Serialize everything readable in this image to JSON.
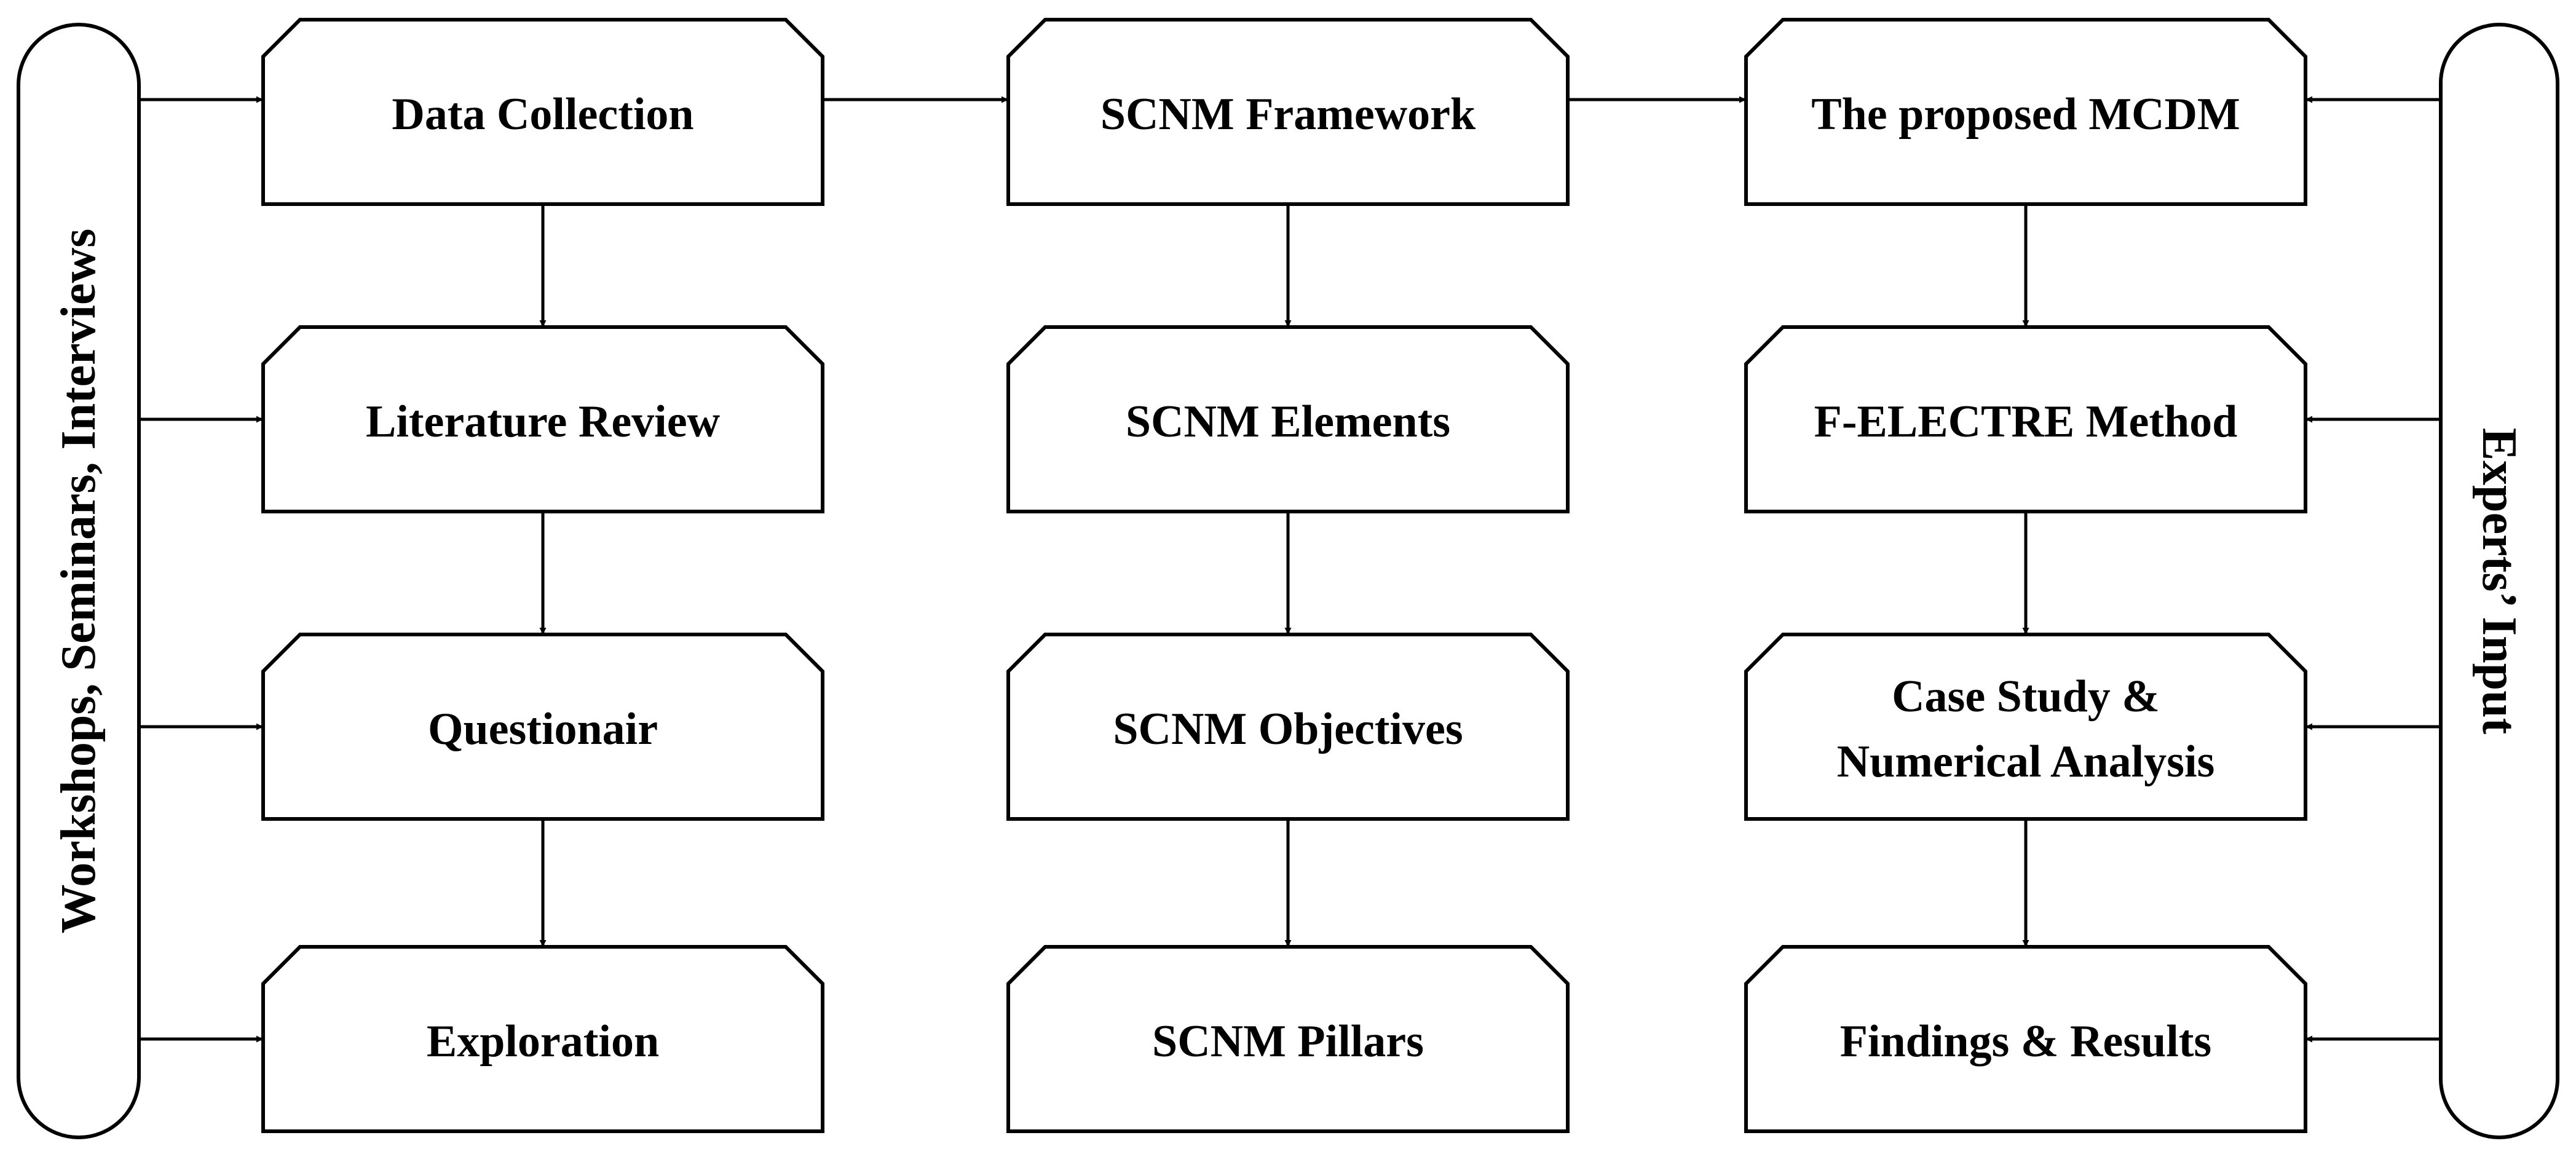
{
  "left_pill": {
    "label": "Workshops, Seminars, Interviews"
  },
  "right_pill": {
    "label": "Experts’ Input"
  },
  "columns": [
    {
      "name": "data",
      "boxes": [
        {
          "lines": [
            "Data Collection"
          ]
        },
        {
          "lines": [
            "Literature Review"
          ]
        },
        {
          "lines": [
            "Questionair"
          ]
        },
        {
          "lines": [
            "Exploration"
          ]
        }
      ]
    },
    {
      "name": "scnm",
      "boxes": [
        {
          "lines": [
            "SCNM Framework"
          ]
        },
        {
          "lines": [
            "SCNM Elements"
          ]
        },
        {
          "lines": [
            "SCNM Objectives"
          ]
        },
        {
          "lines": [
            "SCNM Pillars"
          ]
        }
      ]
    },
    {
      "name": "mcdm",
      "boxes": [
        {
          "lines": [
            "The proposed MCDM"
          ]
        },
        {
          "lines": [
            "F-ELECTRE Method"
          ]
        },
        {
          "lines": [
            "Case Study &",
            "Numerical Analysis"
          ]
        },
        {
          "lines": [
            "Findings & Results"
          ]
        }
      ]
    }
  ]
}
